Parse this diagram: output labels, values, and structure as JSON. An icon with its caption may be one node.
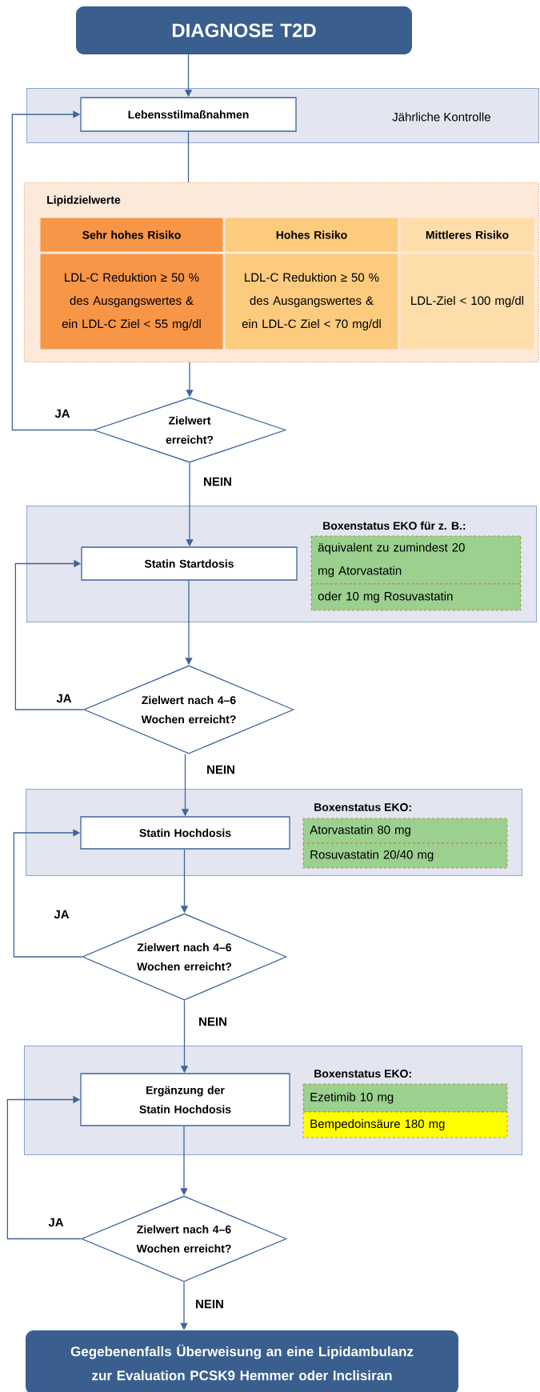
{
  "diagram": {
    "nodes": [
      {
        "text": [
          "DIAGNOSE T2D"
        ]
      },
      {
        "text": [
          "Jährliche Kontrolle"
        ]
      },
      {
        "text": [
          "Lebensstilmaßnahmen"
        ],
        "in": 1
      },
      {
        "text": [
          "Lipidzielwerte"
        ]
      },
      {
        "text": [
          "Sehr hohes Risiko"
        ],
        "in": 3
      },
      {
        "text": [
          "Hohes Risiko"
        ],
        "in": 3
      },
      {
        "text": [
          "Mittleres Risiko"
        ],
        "in": 3
      },
      {
        "text": [
          "LDL-C Reduktion ≥ 50 % des Ausgangswertes & ein LDL-C Ziel < 55 mg/dl"
        ],
        "in": 3
      },
      {
        "text": [
          "LDL-C Reduktion ≥ 50 % des Ausgangswertes & ein LDL-C Ziel < 70 mg/dl"
        ],
        "in": 3
      },
      {
        "text": [
          "LDL-Ziel < 100 mg/dl"
        ],
        "in": 3
      },
      {
        "text": [
          "Zielwert erreicht?"
        ]
      },
      {
        "text": [
          "Boxenstatus EKO für z. B.:"
        ]
      },
      {
        "text": [
          "Statin Startdosis"
        ],
        "in": 11
      },
      {
        "text": [
          "äquivalent zu zumindest 20 mg Atorvastatin"
        ],
        "in": 11
      },
      {
        "text": [
          "oder 10 mg Rosuvastatin"
        ],
        "in": 11
      },
      {
        "text": [
          "Zielwert nach 4–6 Wochen erreicht?"
        ]
      },
      {
        "text": [
          "Boxenstatus EKO:"
        ]
      },
      {
        "text": [
          "Statin Hochdosis"
        ],
        "in": 16
      },
      {
        "text": [
          "Atorvastatin 80 mg"
        ],
        "in": 16
      },
      {
        "text": [
          "Rosuvastatin 20/40 mg"
        ],
        "in": 16
      },
      {
        "text": [
          "Zielwert nach 4–6 Wochen erreicht?"
        ]
      },
      {
        "text": [
          "Boxenstatus EKO:"
        ]
      },
      {
        "text": [
          "Ergänzung der Statin Hochdosis"
        ],
        "in": 21
      },
      {
        "text": [
          "Ezetimib 10 mg"
        ],
        "in": 21
      },
      {
        "text": [
          "Bempedoinsäure 180 mg"
        ],
        "in": 21
      },
      {
        "text": [
          "Zielwert nach 4–6 Wochen erreicht?"
        ]
      },
      {
        "text": [
          "Gegebenenfalls Überweisung an eine Lipidambulanz zur Evaluation PCSK9 Hemmer oder Inclisiran"
        ]
      }
    ],
    "edges": [
      {
        "from": 0,
        "to": 2,
        "arrow": "to"
      },
      {
        "from": 2,
        "to": 3,
        "arrow": "none"
      },
      {
        "from": 3,
        "to": 10,
        "arrow": "to"
      },
      {
        "from": 10,
        "to": 2,
        "arrow": "to",
        "label": "JA"
      },
      {
        "from": 10,
        "to": 12,
        "arrow": "to",
        "label": "NEIN"
      },
      {
        "from": 12,
        "to": 15,
        "arrow": "to"
      },
      {
        "from": 15,
        "to": 12,
        "arrow": "to",
        "label": "JA"
      },
      {
        "from": 15,
        "to": 17,
        "arrow": "to",
        "label": "NEIN"
      },
      {
        "from": 17,
        "to": 20,
        "arrow": "to"
      },
      {
        "from": 20,
        "to": 17,
        "arrow": "to",
        "label": "JA"
      },
      {
        "from": 20,
        "to": 22,
        "arrow": "to",
        "label": "NEIN"
      },
      {
        "from": 22,
        "to": 25,
        "arrow": "to"
      },
      {
        "from": 25,
        "to": 22,
        "arrow": "to",
        "label": "JA"
      },
      {
        "from": 25,
        "to": 26,
        "arrow": "to",
        "label": "NEIN"
      }
    ]
  }
}
